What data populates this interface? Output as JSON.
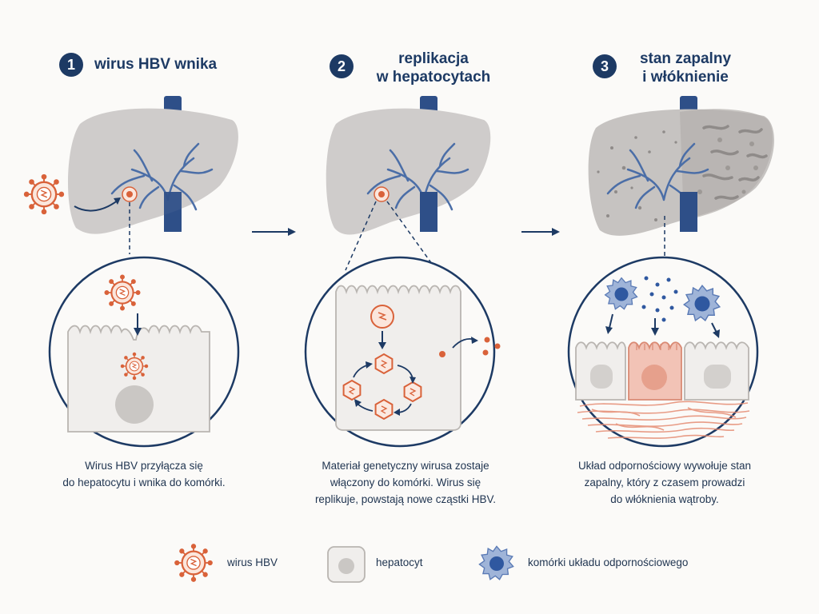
{
  "steps": [
    {
      "number": "1",
      "title_line1": "wirus HBV wnika",
      "title_line2": "",
      "desc_line1": "Wirus HBV przyłącza się",
      "desc_line2": "do hepatocytu i wnika do komórki.",
      "desc_line3": ""
    },
    {
      "number": "2",
      "title_line1": "replikacja",
      "title_line2": "w hepatocytach",
      "desc_line1": "Materiał genetyczny wirusa zostaje",
      "desc_line2": "włączony do komórki. Wirus się",
      "desc_line3": "replikuje, powstają nowe cząstki HBV."
    },
    {
      "number": "3",
      "title_line1": "stan zapalny",
      "title_line2": "i włóknienie",
      "desc_line1": "Układ odpornościowy wywołuje stan",
      "desc_line2": "zapalny, który z czasem prowadzi",
      "desc_line3": "do włóknienia wątroby."
    }
  ],
  "legend": {
    "virus": "wirus HBV",
    "hepatocyte": "hepatocyt",
    "immune": "komórki układu odpornościowego"
  },
  "colors": {
    "navy": "#1d3a64",
    "virus": "#d9623a",
    "liver": "#cfcccb",
    "vessel": "#3b5f94",
    "cell": "#f0eeec",
    "inflamed_cell": "#f2c3b6",
    "immune": "#3d62a3"
  }
}
